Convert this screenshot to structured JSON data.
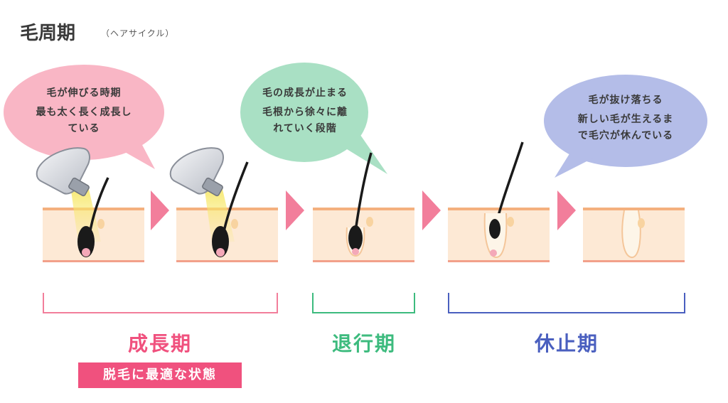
{
  "title": {
    "main": "毛周期",
    "sub": "（ヘアサイクル）"
  },
  "bubbles": [
    {
      "lines": [
        "毛が伸びる時期",
        "最も太く長く成長し",
        "ている"
      ],
      "color": "#f9b6c5"
    },
    {
      "lines": [
        "毛の成長が止まる",
        "毛根から徐々に離",
        "れていく段階"
      ],
      "color": "#a9e0c4"
    },
    {
      "lines": [
        "毛が抜け落ちる",
        "新しい毛が生えるま",
        "で毛穴が休んでいる"
      ],
      "color": "#b4bde8"
    }
  ],
  "phases": [
    {
      "label": "成長期",
      "color": "#f0517e"
    },
    {
      "label": "退行期",
      "color": "#3dbb7e"
    },
    {
      "label": "休止期",
      "color": "#4a5fbf"
    }
  ],
  "badge": {
    "label": "脱毛に最適な状態"
  },
  "colors": {
    "skin": "#fde9d5",
    "skin_border": "#f4b07e",
    "skin_bottom": "#f2a08a",
    "hair": "#1a1a1a",
    "papilla": "#f4a8b8",
    "follicle": "#fdf5e8",
    "arrow": "#f27e9b",
    "device_body": "#e6e8ec",
    "light_beam": "#f7e86a"
  },
  "icons": [
    "laser-device-icon",
    "arrow-right-icon"
  ]
}
